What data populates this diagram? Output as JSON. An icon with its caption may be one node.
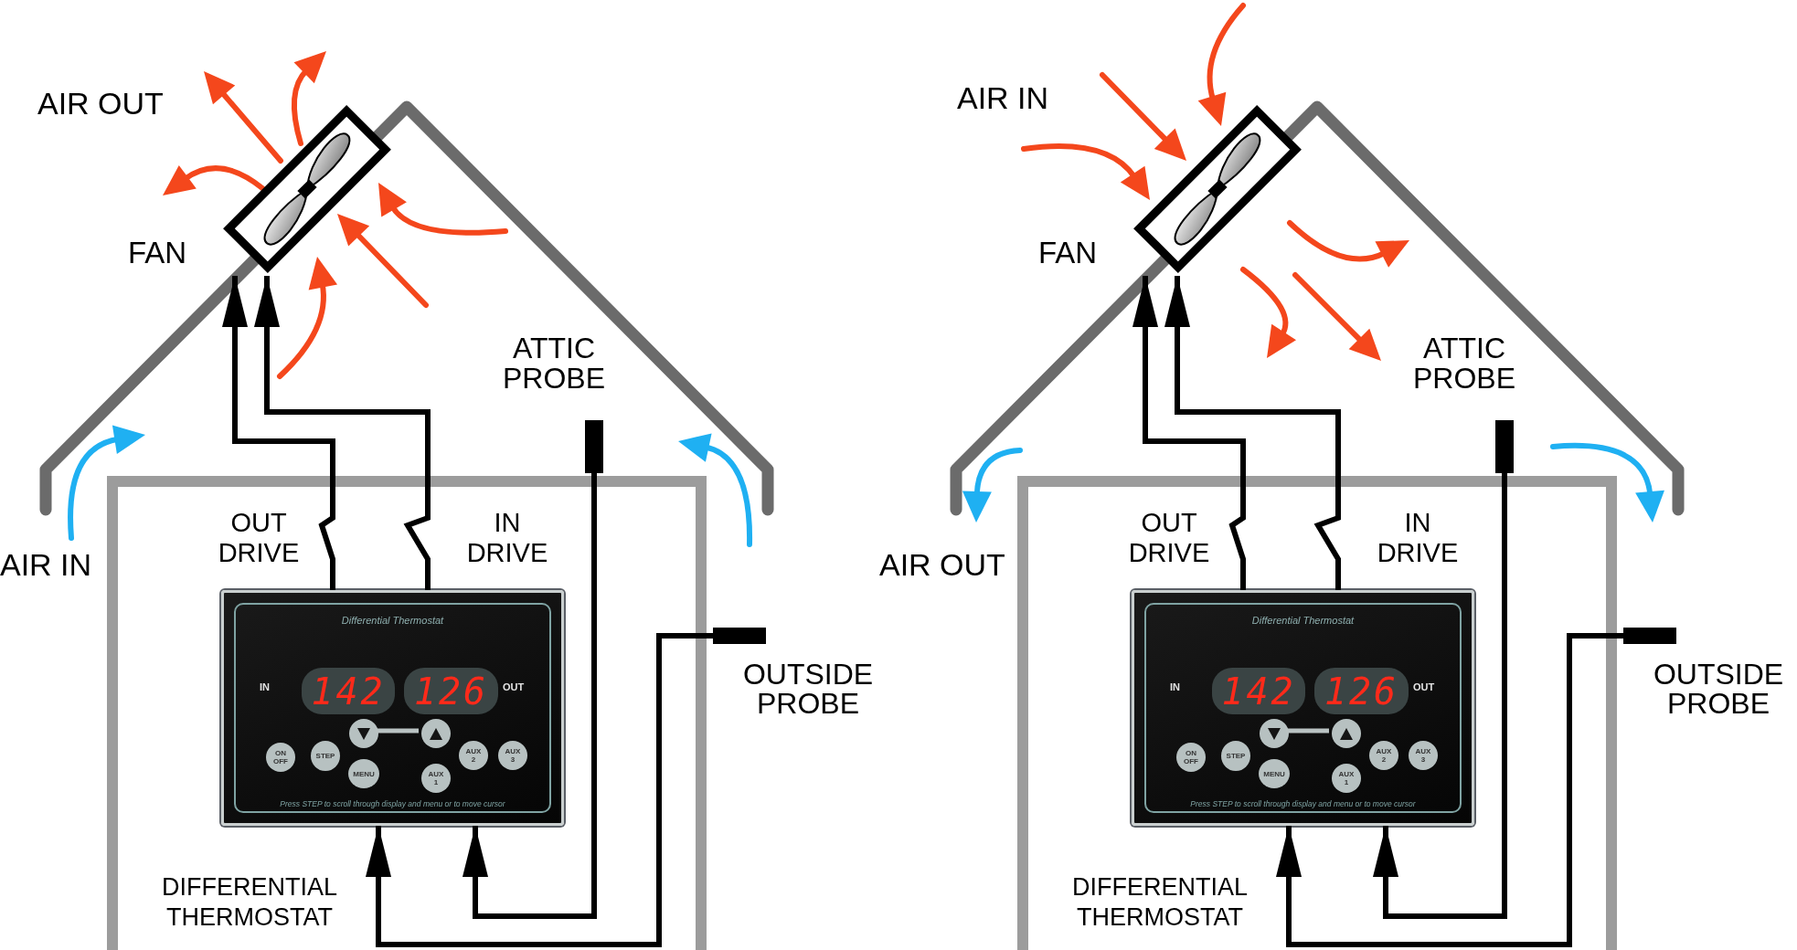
{
  "diagram": {
    "nodes": [
      {
        "text": [],
        "shape": "picture",
        "beside": [
          "FAN"
        ]
      },
      {
        "text": [
          "Differential Thermostat",
          "Press STEP to scroll through display and menu or to move cursor"
        ],
        "beside": [
          "DIFFERENTIAL THERMOSTAT"
        ]
      },
      {
        "text": [
          "142"
        ],
        "in": 1,
        "beside": [
          "IN"
        ]
      },
      {
        "text": [
          "126"
        ],
        "in": 1,
        "beside": [
          "OUT"
        ]
      },
      {
        "text": [
          "ON OFF"
        ],
        "in": 1
      },
      {
        "text": [
          "STEP"
        ],
        "in": 1
      },
      {
        "text": [],
        "shape": "circle",
        "in": 1
      },
      {
        "text": [
          "MENU"
        ],
        "in": 1
      },
      {
        "text": [],
        "shape": "circle",
        "in": 1
      },
      {
        "text": [
          "AUX 1"
        ],
        "in": 1
      },
      {
        "text": [
          "AUX 2"
        ],
        "in": 1
      },
      {
        "text": [
          "AUX 3"
        ],
        "in": 1
      },
      {
        "text": [],
        "shape": "bar",
        "beside": [
          "ATTIC PROBE"
        ]
      },
      {
        "text": [],
        "shape": "bar",
        "beside": [
          "OUTSIDE PROBE"
        ]
      },
      {
        "text": [],
        "shape": "picture",
        "beside": [
          "FAN"
        ]
      },
      {
        "text": [
          "Differential Thermostat",
          "Press STEP to scroll through display and menu or to move cursor"
        ],
        "beside": [
          "DIFFERENTIAL THERMOSTAT"
        ]
      },
      {
        "text": [
          "142"
        ],
        "in": 15,
        "beside": [
          "IN"
        ]
      },
      {
        "text": [
          "126"
        ],
        "in": 15,
        "beside": [
          "OUT"
        ]
      },
      {
        "text": [
          "ON OFF"
        ],
        "in": 15
      },
      {
        "text": [
          "STEP"
        ],
        "in": 15
      },
      {
        "text": [],
        "shape": "circle",
        "in": 15
      },
      {
        "text": [
          "MENU"
        ],
        "in": 15
      },
      {
        "text": [],
        "shape": "circle",
        "in": 15
      },
      {
        "text": [
          "AUX 1"
        ],
        "in": 15
      },
      {
        "text": [
          "AUX 2"
        ],
        "in": 15
      },
      {
        "text": [
          "AUX 3"
        ],
        "in": 15
      },
      {
        "text": [],
        "shape": "bar",
        "beside": [
          "ATTIC PROBE"
        ]
      },
      {
        "text": [],
        "shape": "bar",
        "beside": [
          "OUTSIDE PROBE"
        ]
      }
    ],
    "edges": [
      {
        "from": 1,
        "to": 0,
        "arrow": "to",
        "label": "OUT DRIVE"
      },
      {
        "from": 1,
        "to": 0,
        "arrow": "to",
        "label": "IN DRIVE"
      },
      {
        "from": 12,
        "to": 1,
        "arrow": "to"
      },
      {
        "from": 13,
        "to": 1,
        "arrow": "to"
      },
      {
        "from": 6,
        "to": 8,
        "arrow": "none",
        "color": "#b9c2c2"
      },
      {
        "from": 15,
        "to": 14,
        "arrow": "to",
        "label": "OUT DRIVE"
      },
      {
        "from": 15,
        "to": 14,
        "arrow": "to",
        "label": "IN DRIVE"
      },
      {
        "from": 26,
        "to": 15,
        "arrow": "to"
      },
      {
        "from": 27,
        "to": 15,
        "arrow": "to"
      },
      {
        "from": 20,
        "to": 22,
        "arrow": "none",
        "color": "#b9c2c2"
      }
    ],
    "labels": [
      "AIR OUT",
      "AIR IN",
      "AIR IN",
      "AIR OUT"
    ]
  }
}
